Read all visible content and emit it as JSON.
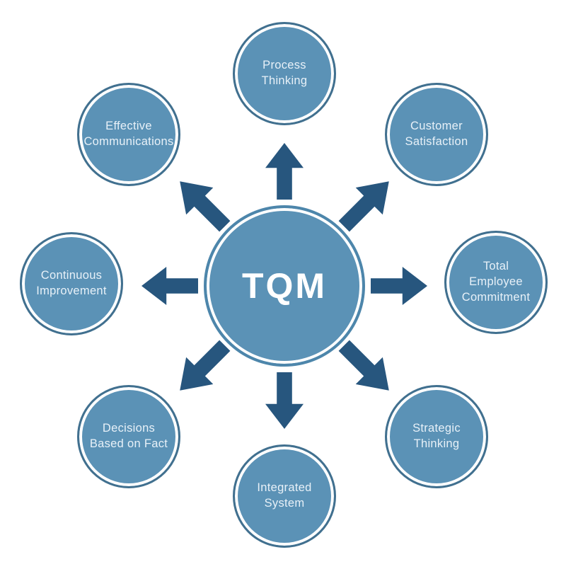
{
  "diagram": {
    "center": {
      "label": "TQM"
    },
    "nodes": [
      {
        "id": "process-thinking",
        "label": "Process\nThinking",
        "position": "top"
      },
      {
        "id": "customer-satisfaction",
        "label": "Customer\nSatisfaction",
        "position": "top-right"
      },
      {
        "id": "total-employee-commitment",
        "label": "Total\nEmployee\nCommitment",
        "position": "right"
      },
      {
        "id": "strategic-thinking",
        "label": "Strategic\nThinking",
        "position": "bottom-right"
      },
      {
        "id": "integrated-system",
        "label": "Integrated\nSystem",
        "position": "bottom"
      },
      {
        "id": "decisions-based-on-fact",
        "label": "Decisions\nBased on Fact",
        "position": "bottom-left"
      },
      {
        "id": "continuous-improvement",
        "label": "Continuous\nImprovement",
        "position": "left"
      },
      {
        "id": "effective-communications",
        "label": "Effective\nCommunications",
        "position": "top-left"
      }
    ],
    "arrows": [
      "up",
      "up-right",
      "right",
      "down-right",
      "down",
      "down-left",
      "left",
      "up-left"
    ]
  },
  "colors": {
    "background": "#ffffff",
    "node_fill": "#5b92b6",
    "node_outer_ring": "#41708f",
    "center_outer_ring": "#4d86ab",
    "inner_ring": "#ffffff",
    "arrow": "#27567e",
    "center_text": "#ffffff",
    "node_text": "#e8f1f8"
  }
}
